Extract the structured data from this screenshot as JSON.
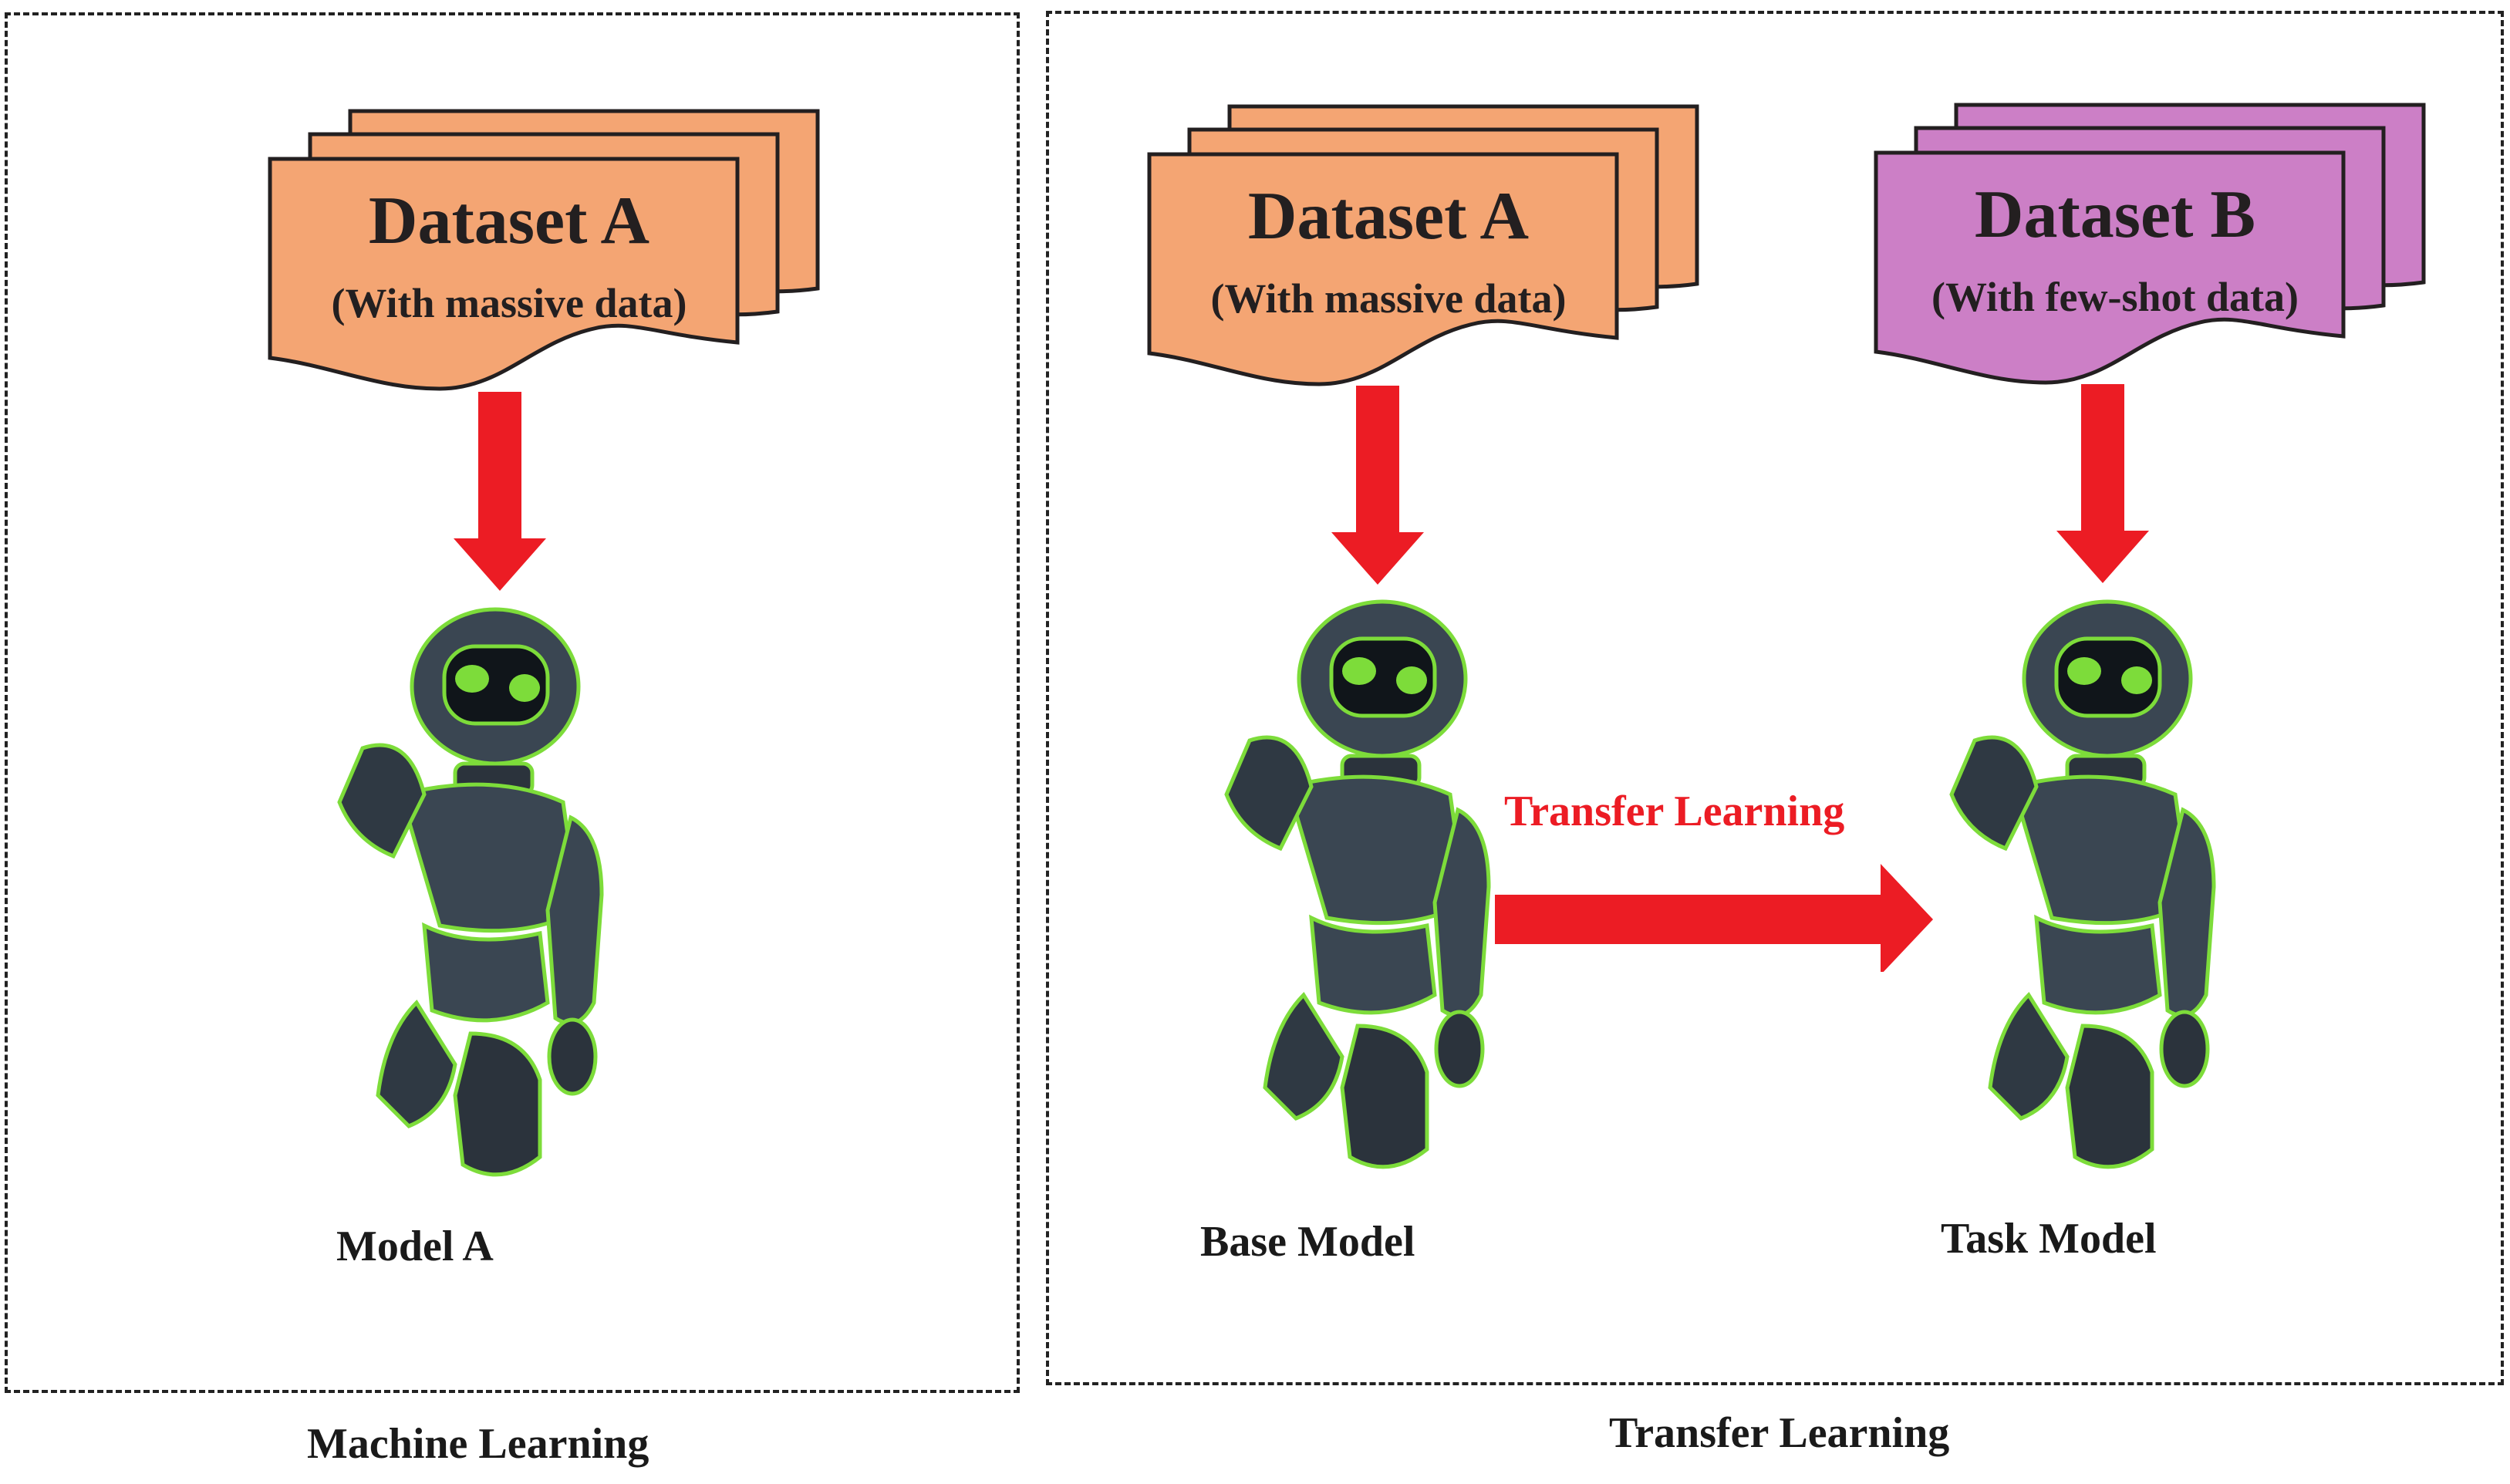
{
  "panels": {
    "machine_learning": {
      "caption": "Machine Learning"
    },
    "transfer_learning": {
      "caption": "Transfer Learning"
    }
  },
  "datasets": {
    "ml_dataset_a": {
      "title": "Dataset A",
      "subtitle": "(With massive data)"
    },
    "tl_dataset_a": {
      "title": "Dataset A",
      "subtitle": "(With massive data)"
    },
    "tl_dataset_b": {
      "title": "Dataset B",
      "subtitle": "(With few-shot data)"
    }
  },
  "models": {
    "model_a": "Model A",
    "base_model": "Base Model",
    "task_model": "Task Model"
  },
  "transfer_arrow": {
    "label": "Transfer Learning"
  },
  "colors": {
    "dataset_a_fill": "#f4a573",
    "dataset_b_fill": "#cc7fc6",
    "arrow_red": "#ec1c24",
    "robot_body": "#3a4652",
    "robot_glow": "#7ddc3a"
  },
  "icons": [
    "document-stack-icon",
    "down-arrow-icon",
    "right-arrow-icon",
    "robot-icon"
  ]
}
